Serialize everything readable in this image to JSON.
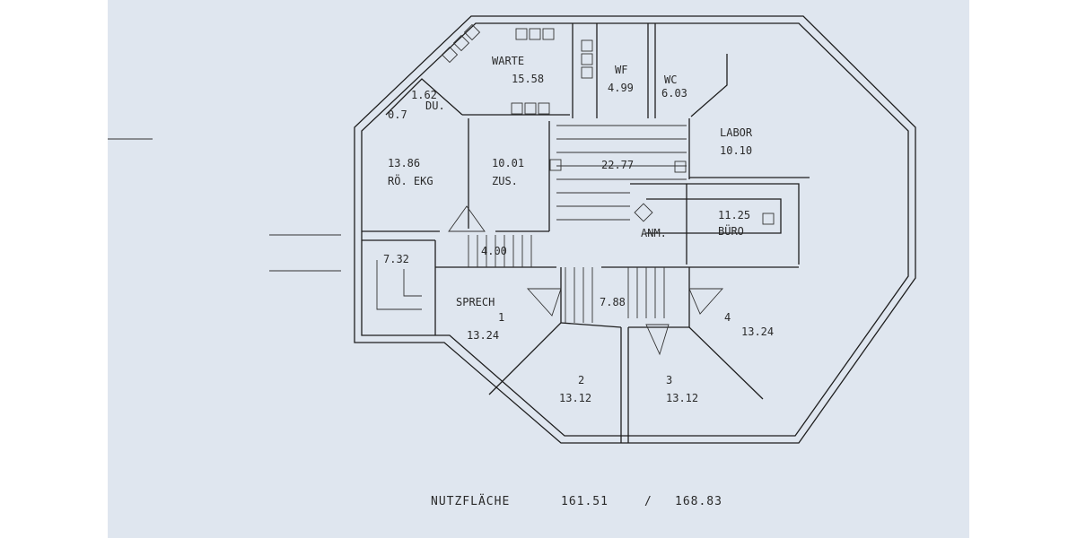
{
  "rooms": {
    "warte_name": "WARTE",
    "warte_area": "15.58",
    "wf_name": "WF",
    "wf_area": "4.99",
    "wc_name": "WC",
    "wc_area": "6.03",
    "du_area": "1.62",
    "du_name": "DU.",
    "small_area": "0.7",
    "labor_name": "LABOR",
    "labor_area": "10.10",
    "hall_area": "22.77",
    "roe_area": "13.86",
    "roe_name": "RÖ. EKG",
    "zus_area": "10.01",
    "zus_name": "ZUS.",
    "anm_name": "ANM.",
    "buero_area": "11.25",
    "buero_name": "BÜRO",
    "corr_area": "4.00",
    "stair_area": "7.32",
    "sprech_name": "SPRECH",
    "sprech_num": "1",
    "sprech_area": "13.24",
    "center_area": "7.88",
    "r2_num": "2",
    "r2_area": "13.12",
    "r3_num": "3",
    "r3_area": "13.12",
    "r4_num": "4",
    "r4_area": "13.24"
  },
  "footer": {
    "label": "NUTZFLÄCHE",
    "value1": "161.51",
    "separator": "/",
    "value2": "168.83"
  },
  "colors": {
    "paper": "#dfe6ef",
    "ink": "#1e1e1e"
  }
}
